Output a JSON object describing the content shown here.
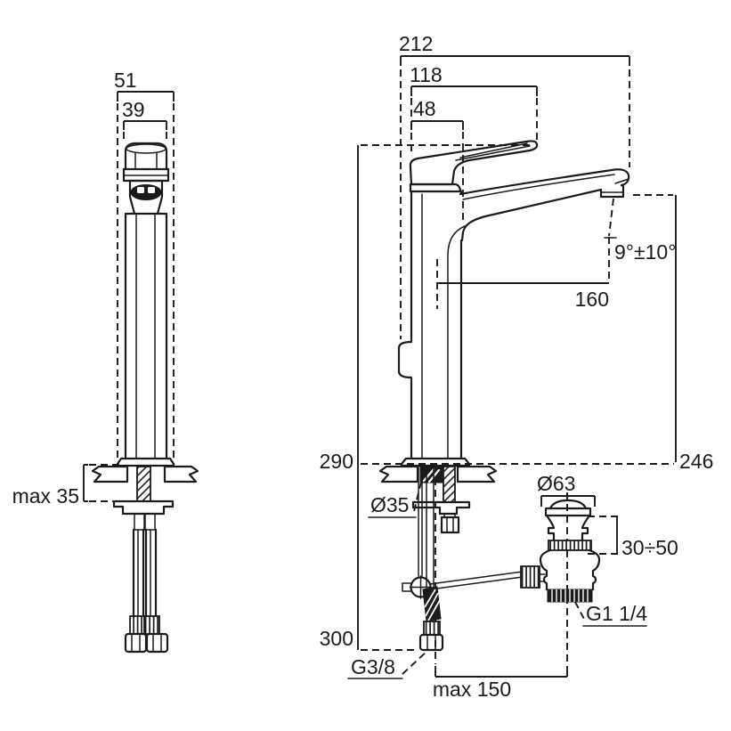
{
  "drawing": {
    "type": "technical-dimension-drawing",
    "subject": "single-lever high basin mixer with pop-up waste",
    "background_color": "#ffffff",
    "line_color": "#1b1b1b",
    "views": {
      "front": "front view with supply hoses",
      "side": "side view with below-deck installation",
      "waste": "pop-up waste detail"
    }
  },
  "labels": {
    "front": {
      "overall_width": "51",
      "handle_width": "39",
      "max_deck_thickness": "max 35"
    },
    "side": {
      "overall_depth": "212",
      "handle_depth": "118",
      "body_depth": "48",
      "spout_angle": "9°±10°",
      "spout_reach": "160",
      "height_above_deck": "290",
      "spout_outlet_height": "246",
      "mounting_hole_diameter": "Ø35",
      "below_deck_height": "300",
      "supply_connection": "G3/8",
      "waste_rod_max_offset": "max 150"
    },
    "waste": {
      "flange_diameter": "Ø63",
      "installation_height_range": "30÷50",
      "connection_thread": "G1 1/4"
    }
  }
}
